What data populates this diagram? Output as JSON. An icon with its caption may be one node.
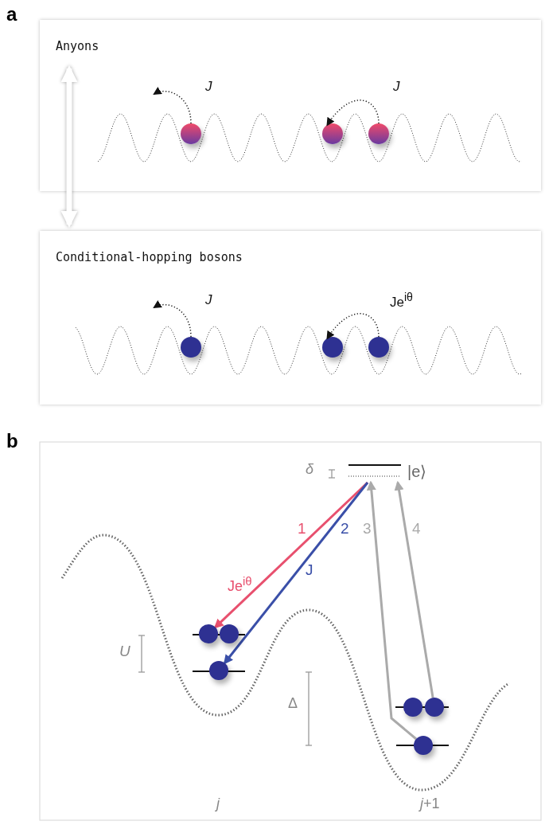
{
  "diagram": {
    "nodes": [
      {
        "text": [
          "Anyons"
        ]
      },
      {
        "text": [
          "Conditional-hopping bosons"
        ]
      },
      {
        "text": [],
        "shape": "circle",
        "in": 0
      },
      {
        "text": [],
        "shape": "circle",
        "in": 0
      },
      {
        "text": [],
        "shape": "circle",
        "in": 0
      },
      {
        "text": [],
        "shape": "circle",
        "in": 1
      },
      {
        "text": [],
        "shape": "circle",
        "in": 1
      },
      {
        "text": [],
        "shape": "circle",
        "in": 1
      },
      {
        "text": [
          "|e⟩"
        ]
      },
      {
        "text": [],
        "shape": "circle"
      },
      {
        "text": [],
        "shape": "circle"
      },
      {
        "text": [],
        "shape": "circle"
      },
      {
        "text": [],
        "shape": "circle"
      },
      {
        "text": [],
        "shape": "circle"
      },
      {
        "text": [],
        "shape": "circle"
      }
    ],
    "edges": [
      {
        "from": 0,
        "to": 1,
        "arrow": "both",
        "style": "thick",
        "color": "#ffffff"
      },
      {
        "from": 2,
        "to": null,
        "arrow": "to",
        "label": "J",
        "style": "dashed"
      },
      {
        "from": 4,
        "to": 3,
        "arrow": "to",
        "label": "J",
        "style": "dashed"
      },
      {
        "from": 5,
        "to": null,
        "arrow": "to",
        "label": "J",
        "style": "dashed"
      },
      {
        "from": 7,
        "to": 6,
        "arrow": "to",
        "label": "Je$^{iθ}$",
        "style": "dashed"
      },
      {
        "from": 8,
        "to": 9,
        "arrow": "to",
        "label": "1",
        "color": "#e8506e"
      },
      {
        "from": 8,
        "to": 11,
        "arrow": "to",
        "label": "2",
        "color": "#3a4fa8"
      },
      {
        "from": 14,
        "to": 8,
        "arrow": "to",
        "label": "3",
        "color": "#aaaaaa"
      },
      {
        "from": 13,
        "to": 8,
        "arrow": "to",
        "label": "4",
        "color": "#aaaaaa"
      }
    ],
    "labels": [
      "a",
      "b",
      "δ",
      "Je$^{iθ}$",
      "J",
      "U",
      "Δ",
      "j",
      "*j*+1"
    ]
  }
}
